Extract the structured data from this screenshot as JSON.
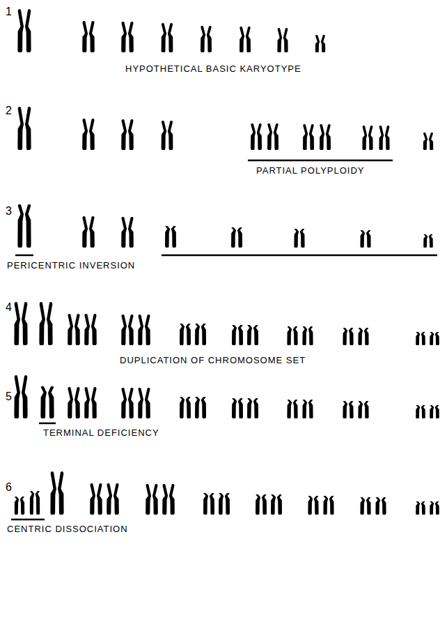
{
  "diagram": {
    "labels": [
      "1",
      "HYPOTHETICAL BASIC KARYOTYPE",
      "2",
      "PARTIAL POLYPLOIDY",
      "3",
      "PERICENTRIC INVERSION",
      "4",
      "DUPLICATION OF CHROMOSOME SET",
      "5",
      "TERMINAL DEFICIENCY",
      "6",
      "CENTRIC DISSOCIATION"
    ]
  }
}
